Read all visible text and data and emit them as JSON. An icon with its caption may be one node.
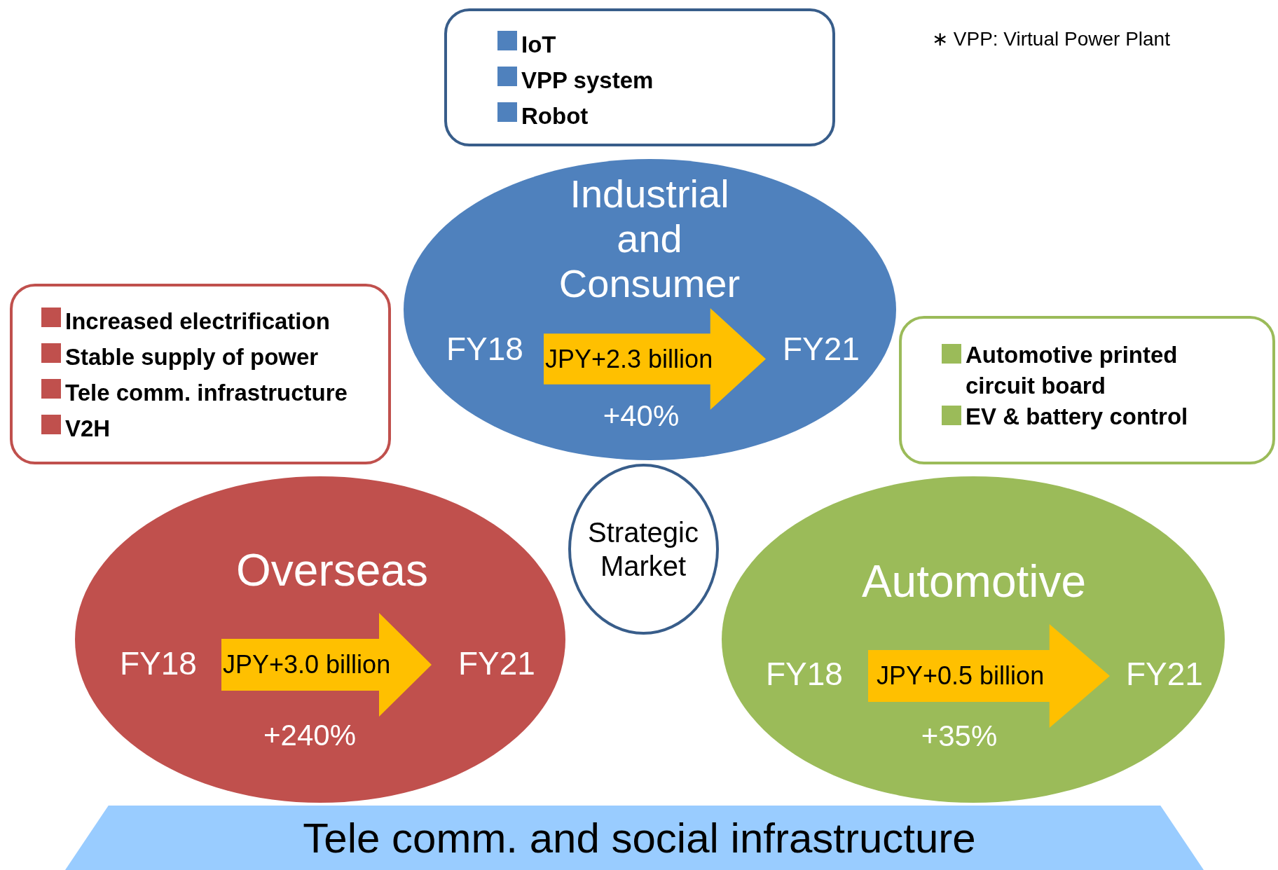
{
  "diagram": {
    "nodes": [
      {
        "text": [
          "IoT",
          "VPP system",
          "Robot"
        ]
      },
      {
        "text": [
          "Industrial and Consumer",
          "FY18",
          "FY21",
          "+40%"
        ]
      },
      {
        "text": [
          "JPY+2.3 billion"
        ],
        "in": 1
      },
      {
        "text": [
          "Increased electrification",
          "Stable supply of power",
          "Tele comm. infrastructure",
          "V2H"
        ]
      },
      {
        "text": [
          "Automotive printed circuit board",
          "EV & battery control"
        ]
      },
      {
        "text": [
          "Strategic Market"
        ]
      },
      {
        "text": [
          "Overseas",
          "FY18",
          "FY21",
          "+240%"
        ]
      },
      {
        "text": [
          "JPY+3.0 billion"
        ],
        "in": 6
      },
      {
        "text": [
          "Automotive",
          "FY18",
          "FY21",
          "+35%"
        ]
      },
      {
        "text": [
          "JPY+0.5 billion"
        ],
        "in": 8
      },
      {
        "text": [
          "Tele comm. and social infrastructure"
        ]
      }
    ],
    "edges": [],
    "labels": [
      "∗ VPP: Virtual Power Plant"
    ]
  }
}
